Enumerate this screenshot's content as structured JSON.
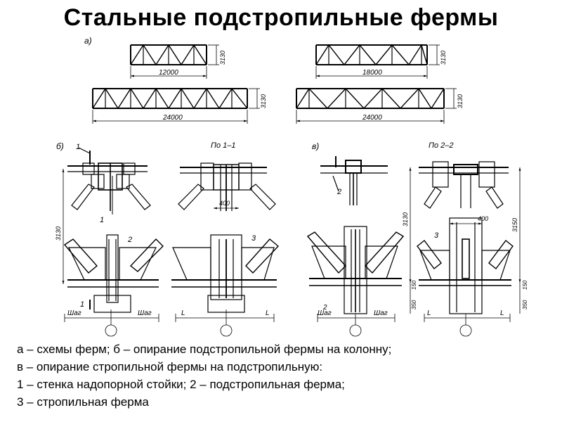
{
  "title": "Стальные подстропильные фермы",
  "diagram": {
    "panel_labels": {
      "a": "а)",
      "b": "б)",
      "v": "в)"
    },
    "section_labels": {
      "s1": "По 1–1",
      "s2": "По 2–2"
    },
    "truss_dims": {
      "span_12": "12000",
      "span_18": "18000",
      "span_24a": "24000",
      "span_24b": "24000",
      "h1": "3130",
      "h2": "3130",
      "h3": "3130",
      "h4": "3130"
    },
    "detail_dims": {
      "d400a": "400",
      "d400b": "400",
      "h3130a": "3130",
      "h3130b": "3130",
      "h3150": "3150",
      "d350a": "350",
      "d350b": "350",
      "d150a": "150",
      "d150b": "150"
    },
    "callouts": {
      "c1a": "1",
      "c1b": "1",
      "c1c": "1",
      "c2a": "2",
      "c2b": "2",
      "c2c": "2",
      "c3a": "3",
      "c3b": "3"
    },
    "axis_labels": {
      "shag1": "Шаг",
      "shag2": "Шаг",
      "shag3": "Шаг",
      "shag4": "Шаг",
      "L1": "L",
      "L2": "L",
      "L3": "L",
      "L4": "L"
    }
  },
  "caption": {
    "line1": "а – схемы ферм; б – опирание подстропильной фермы на колонну;",
    "line2": "в – опирание стропильной фермы на подстропильную:",
    "line3": "1 – стенка надопорной стойки; 2 – подстропильная ферма;",
    "line4": "3 – стропильная ферма"
  }
}
